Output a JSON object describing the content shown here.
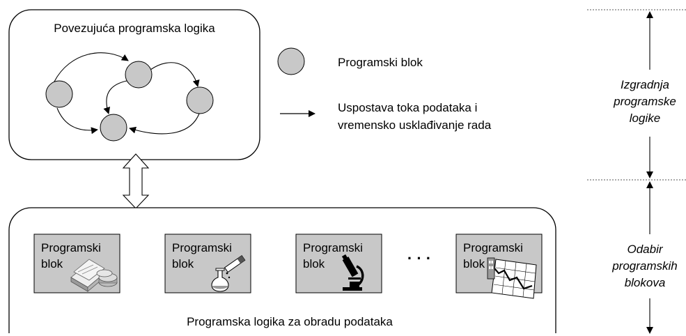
{
  "top_panel": {
    "title": "Povezujuća programska logika"
  },
  "legend": {
    "block_label": "Programski blok",
    "flow_label_line1": "Uspostava toka podataka i",
    "flow_label_line2": "vremensko usklađivanje rada"
  },
  "bottom_panel": {
    "caption": "Programska logika za obradu podataka",
    "ellipsis": "· · ·",
    "blocks": [
      {
        "line1": "Programski",
        "line2": "blok",
        "icon": "money-stacks-icon"
      },
      {
        "line1": "Programski",
        "line2": "blok",
        "icon": "lab-flask-icon"
      },
      {
        "line1": "Programski",
        "line2": "blok",
        "icon": "microscope-icon"
      },
      {
        "line1": "Programski",
        "line2": "blok",
        "icon": "trend-chart-icon"
      }
    ]
  },
  "side_axis": {
    "upper_line1": "Izgradnja",
    "upper_line2": "programske",
    "upper_line3": "logike",
    "lower_line1": "Odabir",
    "lower_line2": "programskih",
    "lower_line3": "blokova"
  },
  "colors": {
    "node_fill": "#c8c8c8",
    "block_fill": "#c8c8c8",
    "stroke": "#000000"
  }
}
